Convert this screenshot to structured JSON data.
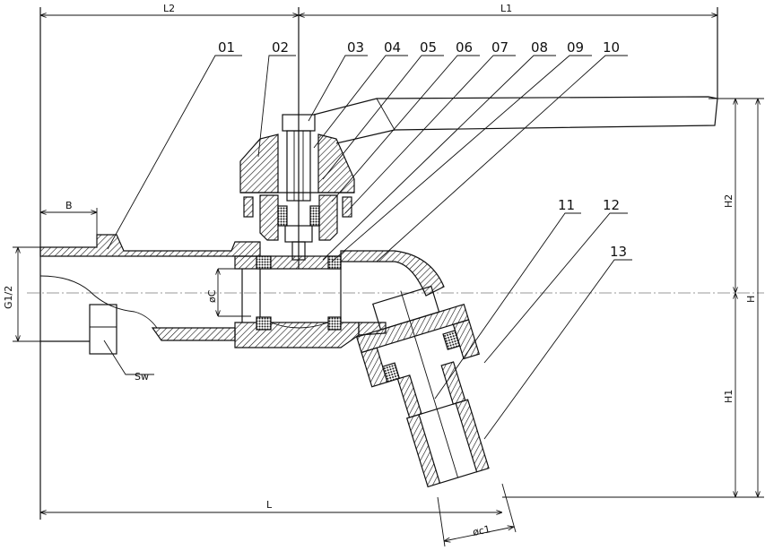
{
  "drawing": {
    "part_numbers": [
      "01",
      "02",
      "03",
      "04",
      "05",
      "06",
      "07",
      "08",
      "09",
      "10",
      "11",
      "12",
      "13"
    ],
    "dimensions": {
      "L2": "L2",
      "L1": "L1",
      "L": "L",
      "B": "B",
      "G": "G1/2",
      "C": "øC",
      "Sw": "Sw",
      "H2": "H2",
      "H": "H",
      "H1": "H1",
      "c1": "øc1"
    }
  }
}
